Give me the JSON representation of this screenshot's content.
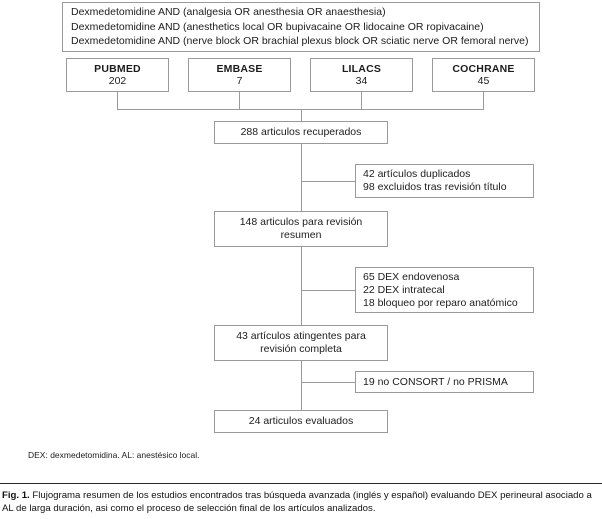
{
  "figure": {
    "query_box": {
      "lines": [
        "Dexmedetomidine AND (analgesia OR anesthesia OR anaesthesia)",
        "Dexmedetomidine AND (anesthetics local OR bupivacaine OR lidocaine OR ropivacaine)",
        "Dexmedetomidine AND (nerve block OR brachial plexus block OR sciatic nerve OR femoral nerve)"
      ]
    },
    "databases": [
      {
        "name": "PUBMED",
        "count": "202"
      },
      {
        "name": "EMBASE",
        "count": "7"
      },
      {
        "name": "LILACS",
        "count": "34"
      },
      {
        "name": "COCHRANE",
        "count": "45"
      }
    ],
    "flow": {
      "retrieved": {
        "lines": [
          "288 articulos recuperados"
        ]
      },
      "abstract_review": {
        "lines": [
          "148 articulos para revisión",
          "resumen"
        ]
      },
      "full_review": {
        "lines": [
          "43 artículos atingentes para",
          "revisión completa"
        ]
      },
      "evaluated": {
        "lines": [
          "24 articulos evaluados"
        ]
      }
    },
    "exclusions": {
      "stage1": {
        "lines": [
          "42 artículos duplicados",
          "98 excluidos tras revisión título"
        ]
      },
      "stage2": {
        "lines": [
          "65 DEX endovenosa",
          "22 DEX intratecal",
          "18 bloqueo por reparo anatómico"
        ]
      },
      "stage3": {
        "lines": [
          "19 no CONSORT / no PRISMA"
        ]
      }
    },
    "abbreviations_note": "DEX: dexmedetomidina. AL: anestésico local.",
    "caption": {
      "label": "Fig. 1.",
      "text": "Flujograma resumen de los estudios encontrados tras búsqueda avanzada (inglés y español) evaluando DEX perineural asociado a AL de larga duración, asi como el proceso de selección final de los artículos analizados."
    },
    "colors": {
      "box_border": "#9a9a9a",
      "line": "#9a9a9a",
      "text": "#1c1c1c",
      "rule": "#2a2a2a"
    }
  }
}
